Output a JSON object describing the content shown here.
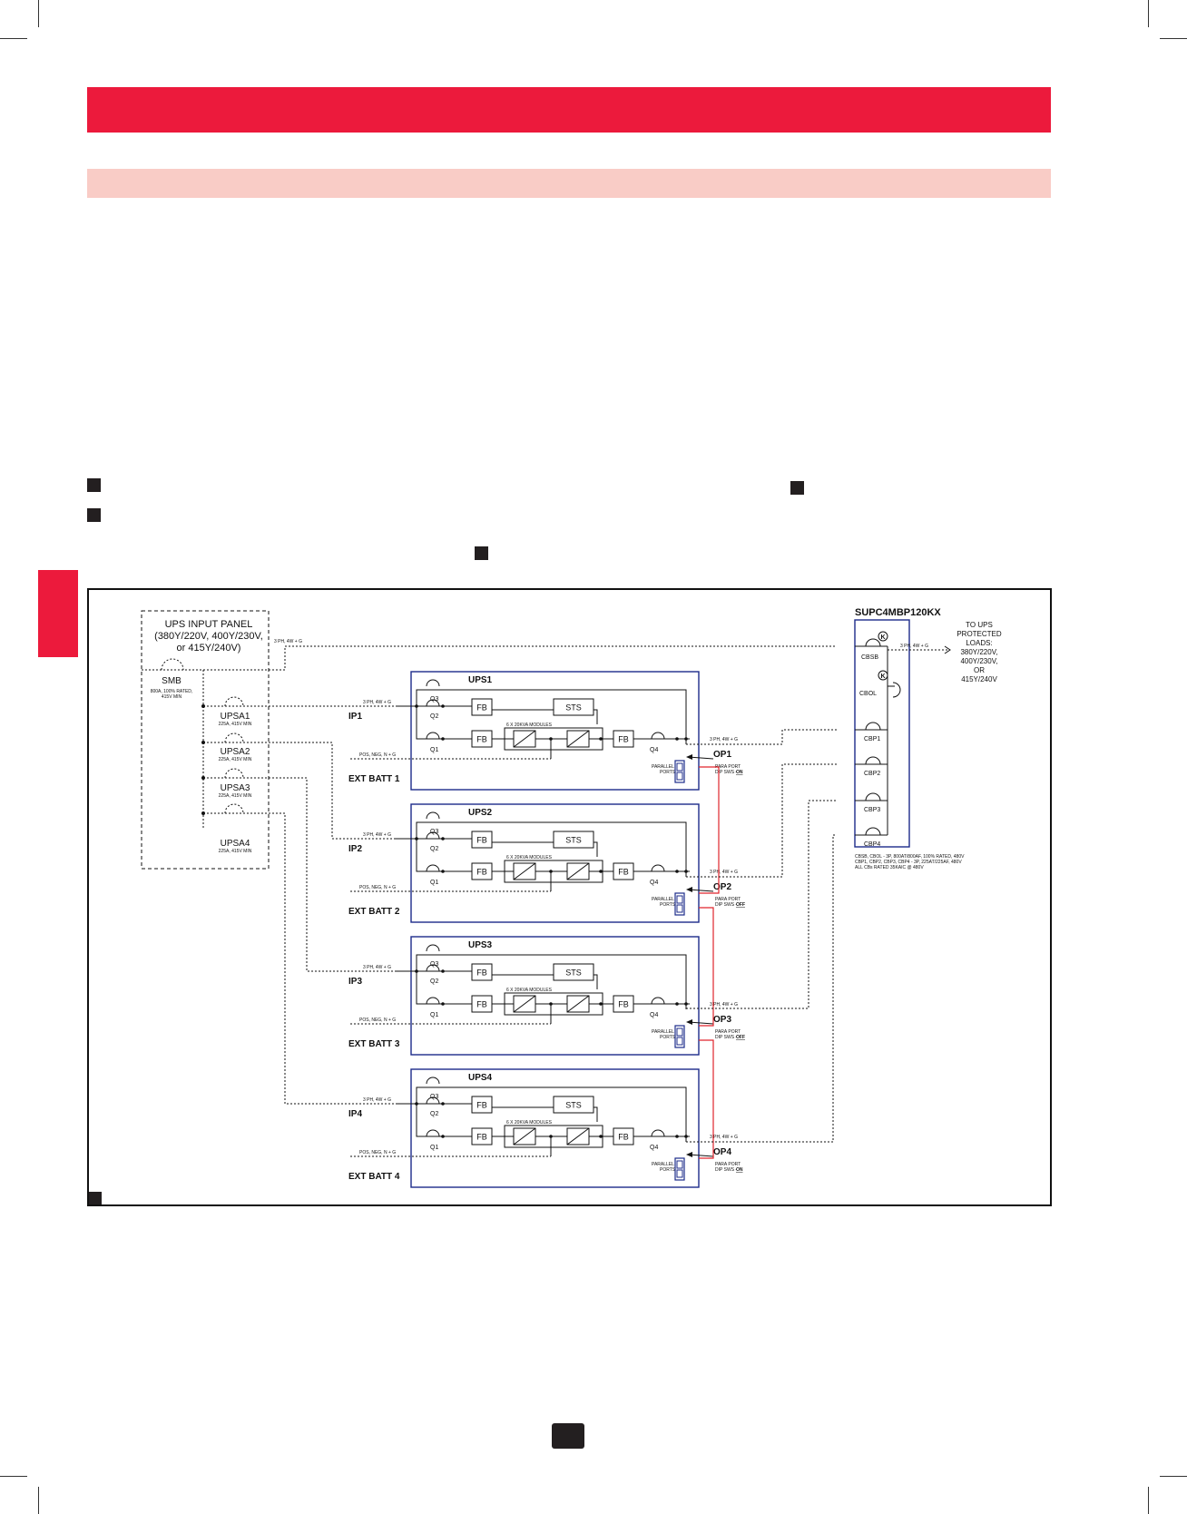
{
  "input_panel": {
    "title_lines": [
      "UPS INPUT PANEL",
      "(380Y/220V, 400Y/230V,",
      "or 415Y/240V)"
    ],
    "smb_label": "SMB",
    "smb_rating_lines": [
      "800A, 100% RATED,",
      "415V MIN"
    ],
    "upsa": [
      {
        "label": "UPSA1",
        "rating": "225A, 415V MIN"
      },
      {
        "label": "UPSA2",
        "rating": "225A, 415V MIN"
      },
      {
        "label": "UPSA3",
        "rating": "225A, 415V MIN"
      },
      {
        "label": "UPSA4",
        "rating": "225A, 415V MIN"
      }
    ]
  },
  "bypass_feed_label": "3 PH, 4W + G",
  "ups_units": [
    {
      "name": "UPS1",
      "ip": "IP1",
      "op": "OP1",
      "batt": "EXT BATT 1",
      "dip_state": "ON"
    },
    {
      "name": "UPS2",
      "ip": "IP2",
      "op": "OP2",
      "batt": "EXT BATT 2",
      "dip_state": "OFF"
    },
    {
      "name": "UPS3",
      "ip": "IP3",
      "op": "OP3",
      "batt": "EXT BATT 3",
      "dip_state": "OFF"
    },
    {
      "name": "UPS4",
      "ip": "IP4",
      "op": "OP4",
      "batt": "EXT BATT 4",
      "dip_state": "ON"
    }
  ],
  "ups_common": {
    "feed_label": "3 PH, 4W + G",
    "batt_feed_label": "POS, NEG, N + G",
    "q1": "Q1",
    "q2": "Q2",
    "q3": "Q3",
    "q4": "Q4",
    "fb": "FB",
    "sts": "STS",
    "modules": "6 X 20KVA MODULES",
    "parallel_ports": [
      "PARALLEL",
      "PORTS"
    ],
    "para_port": "PARA PORT",
    "dip_sws": "DIP SWS - "
  },
  "mbp": {
    "model": "SUPC4MBP120KX",
    "breakers": [
      "CBSB",
      "CBOL",
      "CBP1",
      "CBP2",
      "CBP3",
      "CBP4"
    ],
    "k_symbol": "K",
    "output_feed_label": "3 PH, 4W + G",
    "to_loads_lines": [
      "TO UPS",
      "PROTECTED",
      "LOADS:",
      "380Y/220V,",
      "400Y/230V,",
      "OR",
      "415Y/240V"
    ],
    "notes": [
      "CBSB, CBOL - 3P, 800AT/800AF, 100% RATED, 480V",
      "CBP1, CBP2, CBP3, CBP4 - 3P, 225AT/225AF, 480V",
      "ALL CBs RATED 35KAIC @ 480V"
    ]
  },
  "colors": {
    "brand_red": "#ec1a3c",
    "band_pink": "#f9ccc6",
    "ups_box": "#1c2b8a",
    "parallel_link": "#e0242c"
  }
}
